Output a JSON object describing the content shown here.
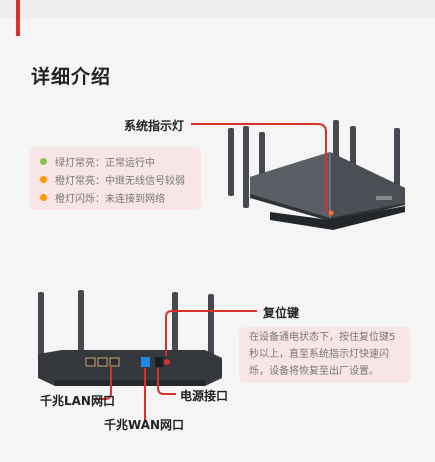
{
  "section": {
    "title": "详细介绍"
  },
  "indicator": {
    "label": "系统指示灯",
    "legend": [
      {
        "text": "绿灯常亮：正常运行中",
        "color": "#8bc34a"
      },
      {
        "text": "橙灯常亮：中继无线信号较弱",
        "color": "#ff9800"
      },
      {
        "text": "橙灯闪烁：未连接到网络",
        "color": "#ff9800"
      }
    ]
  },
  "reset": {
    "label": "复位键",
    "description": "在设备通电状态下，按住复位键5秒以上，直至系统指示灯快速闪烁，设备将恢复至出厂设置。"
  },
  "ports": {
    "lan_label": "千兆LAN网口",
    "wan_label": "千兆WAN网口",
    "power_label": "电源接口"
  },
  "colors": {
    "accent": "#d9322c",
    "callout_bg": "#f8e6e6",
    "router_body": "#3b4046"
  }
}
